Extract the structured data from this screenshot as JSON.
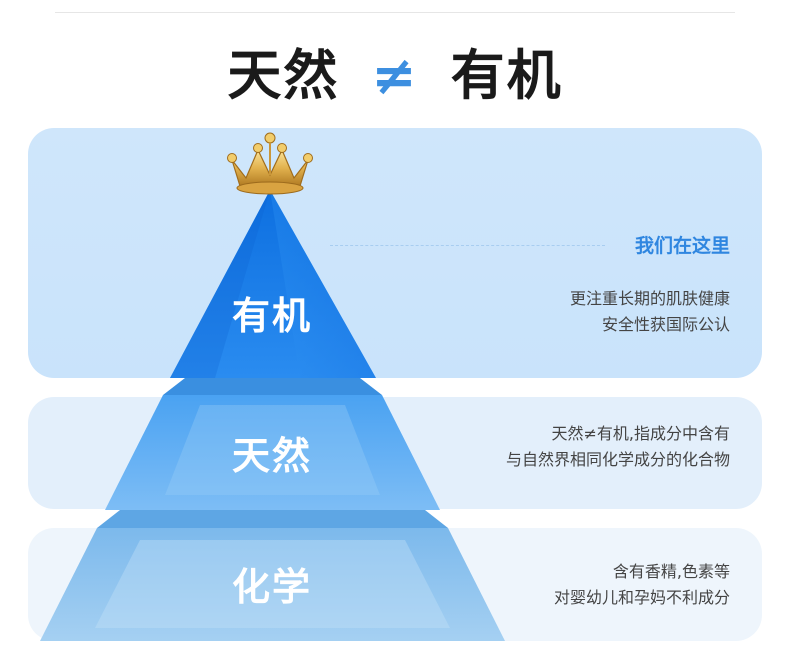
{
  "title": {
    "left": "天然",
    "symbol": "≠",
    "right": "有机"
  },
  "tiers": [
    {
      "label": "有机",
      "highlight": "我们在这里",
      "lines": [
        "更注重长期的肌肤健康",
        "安全性获国际公认"
      ]
    },
    {
      "label": "天然",
      "lines": [
        "天然≠有机,指成分中含有",
        "与自然界相同化学成分的化合物"
      ]
    },
    {
      "label": "化学",
      "lines": [
        "含有香精,色素等",
        "对婴幼儿和孕妈不利成分"
      ]
    }
  ],
  "colors": {
    "accent": "#2f86e0",
    "tier_top": "#1a7fe8",
    "tier_mid": "#5aabf0",
    "tier_bottom": "#8cc4ef",
    "band_top": "#cfe6fb",
    "band_mid": "#e3effb",
    "band_bottom": "#eef5fc"
  },
  "icons": {
    "top": "crown-icon"
  }
}
